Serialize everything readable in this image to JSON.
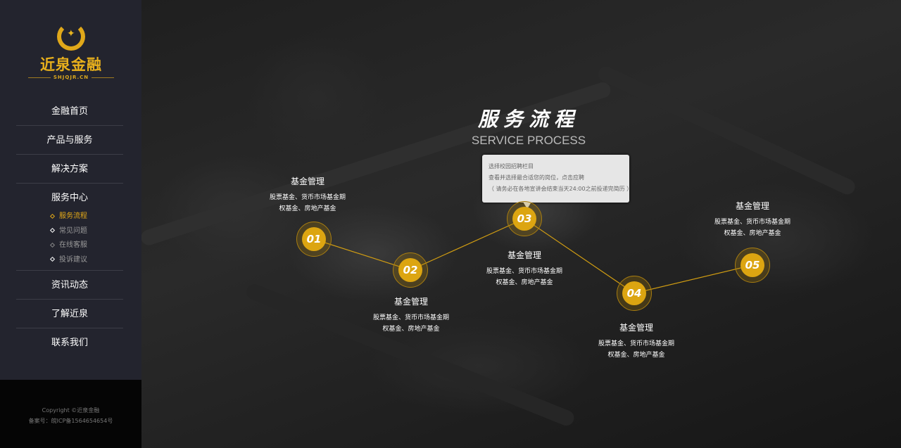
{
  "brand": {
    "name": "近泉金融",
    "domain": "SHJQJR.CN",
    "accent": "#dca511"
  },
  "nav": {
    "items": [
      "金融首页",
      "产品与服务",
      "解决方案"
    ],
    "service_center": "服务中心",
    "sub": [
      "服务流程",
      "常见问题",
      "在线客服",
      "投诉建议"
    ],
    "items2": [
      "资讯动态",
      "了解近泉",
      "联系我们"
    ]
  },
  "footer": {
    "copyright": "Copyright ©近泉金融",
    "icp": "备案号：皖ICP备1564654654号"
  },
  "section": {
    "title": "服务流程",
    "subtitle": "SERVICE PROCESS"
  },
  "tooltip": [
    "选择校园招聘栏目",
    "查看并选择最合适您的岗位，点击应聘",
    "（ 请务必在各地宣讲会结束当天24:00之前投递完简历 ）"
  ],
  "steps": [
    {
      "num": "01",
      "title": "基金管理",
      "desc": [
        "股票基金、货币市场基金期",
        "权基金、房地产基金"
      ]
    },
    {
      "num": "02",
      "title": "基金管理",
      "desc": [
        "股票基金、货币市场基金期",
        "权基金、房地产基金"
      ]
    },
    {
      "num": "03",
      "title": "基金管理",
      "desc": [
        "股票基金、货币市场基金期",
        "权基金、房地产基金"
      ]
    },
    {
      "num": "04",
      "title": "基金管理",
      "desc": [
        "股票基金、货币市场基金期",
        "权基金、房地产基金"
      ]
    },
    {
      "num": "05",
      "title": "基金管理",
      "desc": [
        "股票基金、货币市场基金期",
        "权基金、房地产基金"
      ]
    }
  ]
}
